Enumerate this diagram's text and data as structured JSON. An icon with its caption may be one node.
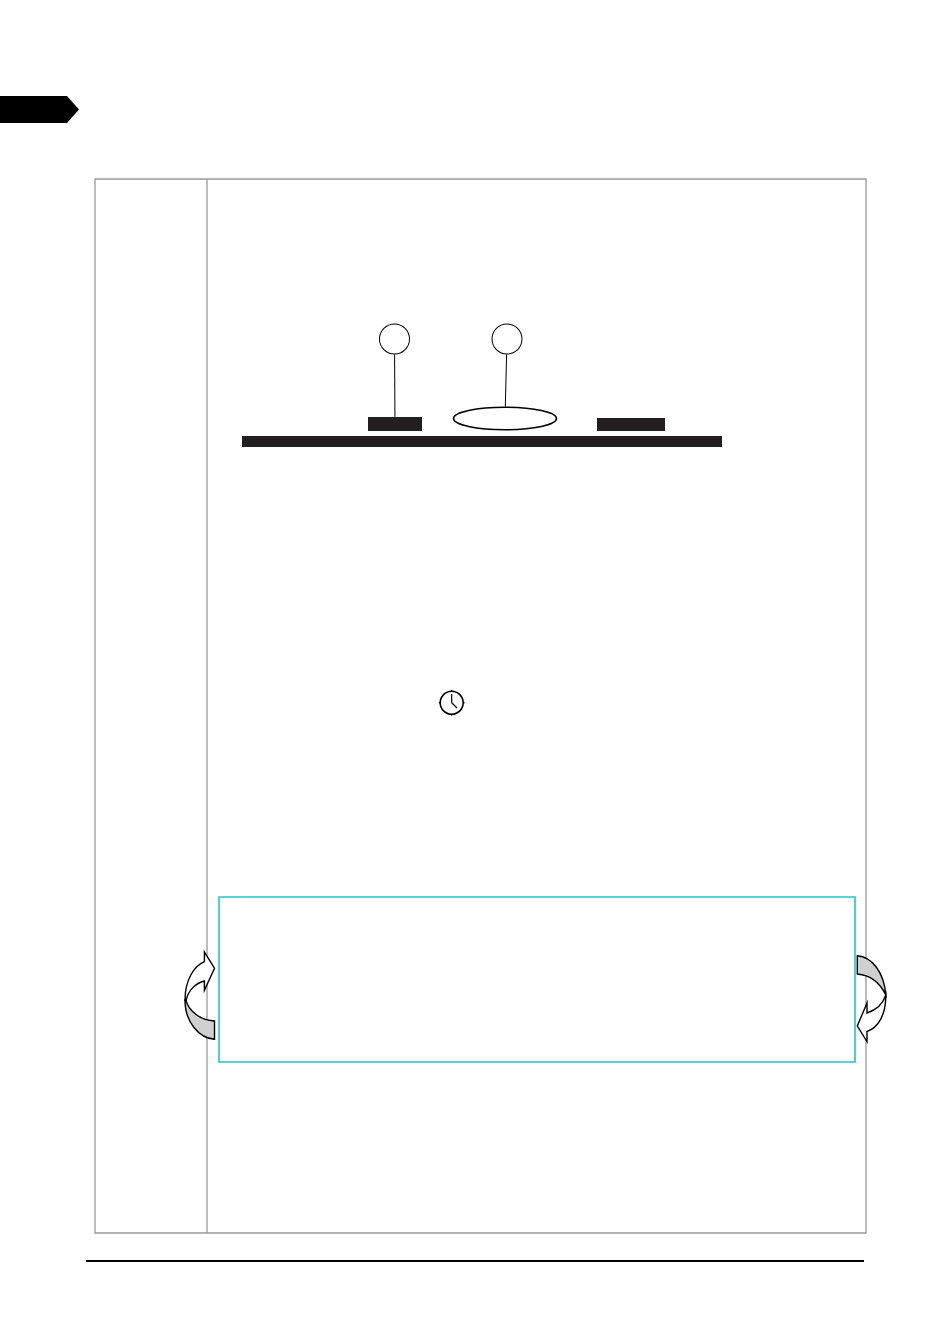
{
  "diagram": {
    "nodes": [
      {
        "text": [],
        "shape": "circle"
      },
      {
        "text": [],
        "shape": "circle"
      },
      {
        "text": [],
        "shape": "bar"
      },
      {
        "text": [],
        "shape": "ellipse"
      },
      {
        "text": [],
        "shape": "bar"
      }
    ],
    "edges": [
      {
        "from": 0,
        "to": 2,
        "arrow": "none"
      },
      {
        "from": 1,
        "to": 3,
        "arrow": "none"
      }
    ]
  }
}
